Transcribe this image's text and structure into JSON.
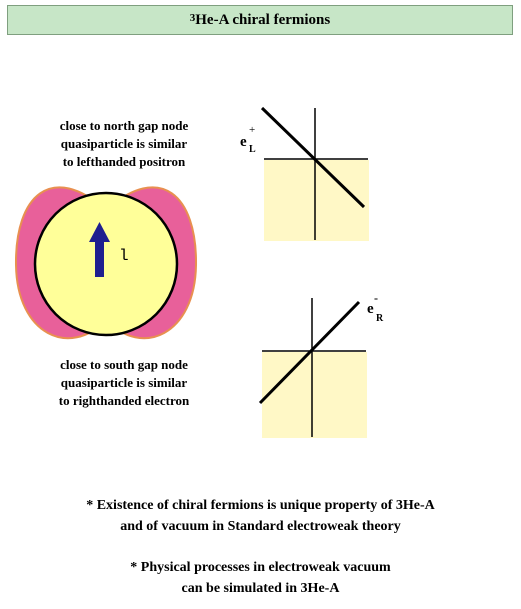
{
  "title": {
    "superscript": "3",
    "text": "He-A chiral fermions"
  },
  "north_node": {
    "description": [
      "close to north gap node",
      "quasiparticle is similar",
      "to lefthanded positron"
    ],
    "particle_label": "e",
    "particle_charge": "+",
    "particle_chirality": "L"
  },
  "south_node": {
    "description": [
      "close to south gap node",
      "quasiparticle is similar",
      "to righthanded electron"
    ],
    "particle_label": "e",
    "particle_charge": "-",
    "particle_chirality": "R"
  },
  "order_parameter": {
    "vector_label": "l"
  },
  "notes": [
    [
      "* Existence of chiral fermions is unique property of 3He-A",
      "and of vacuum in Standard electroweak theory"
    ],
    [
      "* Physical processes in electroweak vacuum",
      "can be simulated in 3He-A"
    ]
  ],
  "colors": {
    "title_bg": "#c7e6c7",
    "gap_outer": "#e8609a",
    "gap_inner": "#ffff99",
    "fermi_sea": "#fff8c6",
    "arrow": "#1f1f8f"
  }
}
